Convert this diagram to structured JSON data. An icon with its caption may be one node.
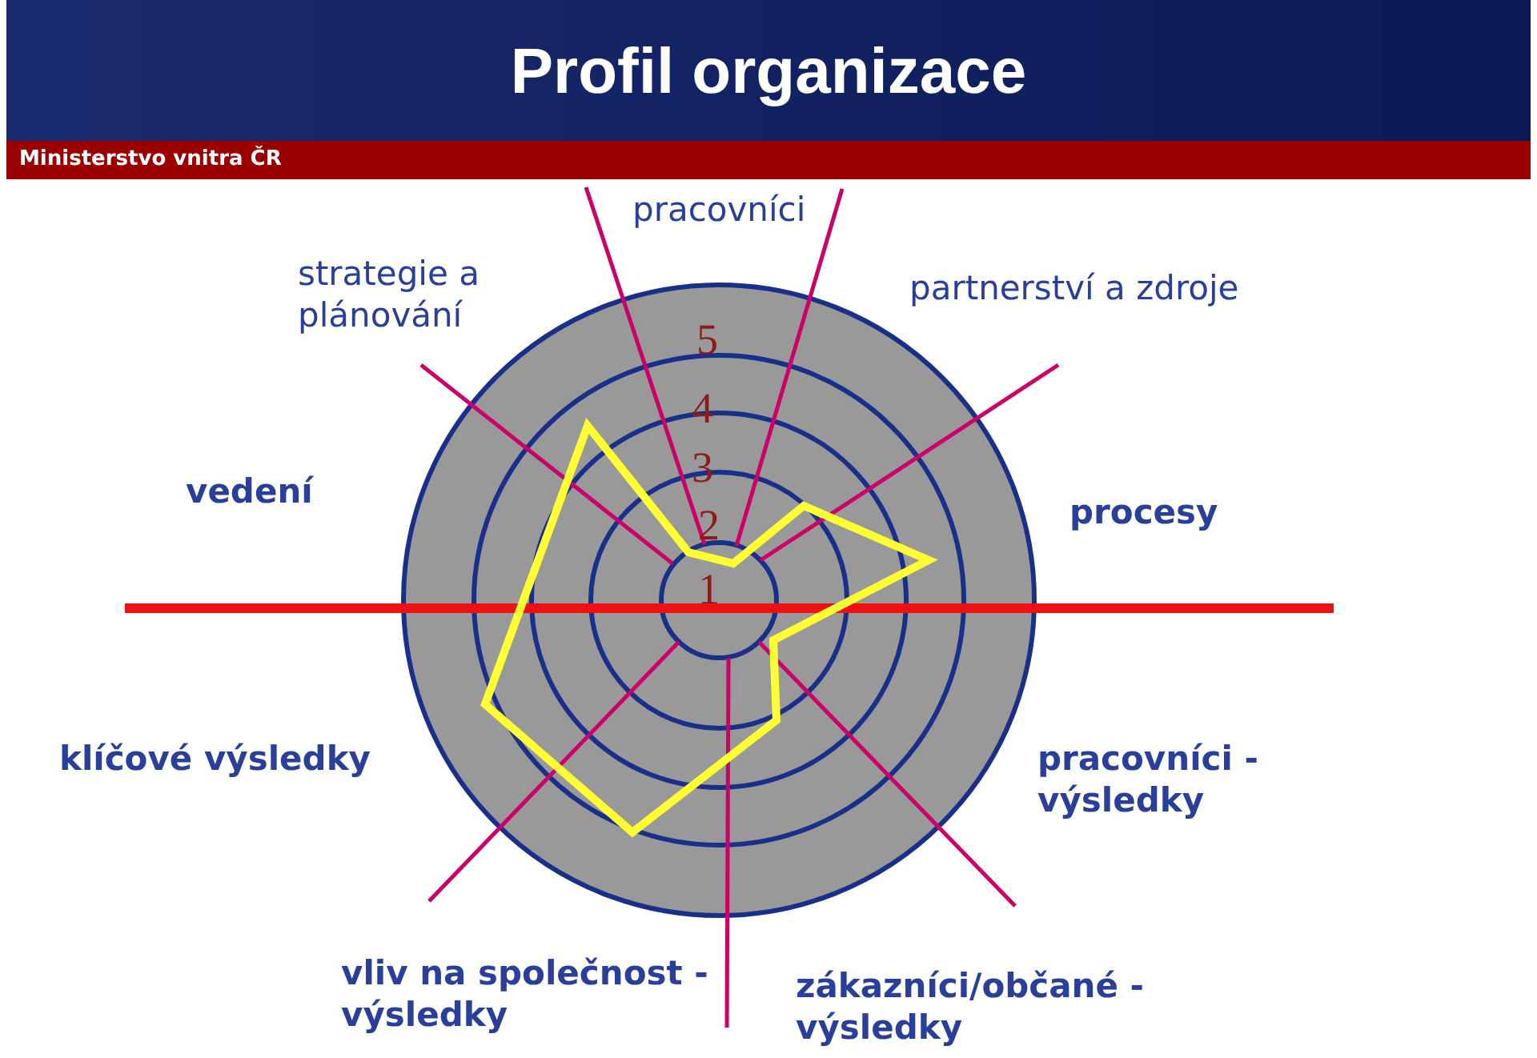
{
  "diagram": {
    "title": "Profil organizace",
    "labels": [
      "Ministerstvo vnitra ČR",
      "pracovníci",
      "strategie a plánování",
      "partnerství a zdroje",
      "5",
      "4",
      "3",
      "2",
      "1",
      "vedení",
      "procesy",
      "klíčové výsledky",
      "pracovníci - výsledky",
      "vliv na společnost - výsledky",
      "zákazníci/občané - výsledky"
    ]
  }
}
